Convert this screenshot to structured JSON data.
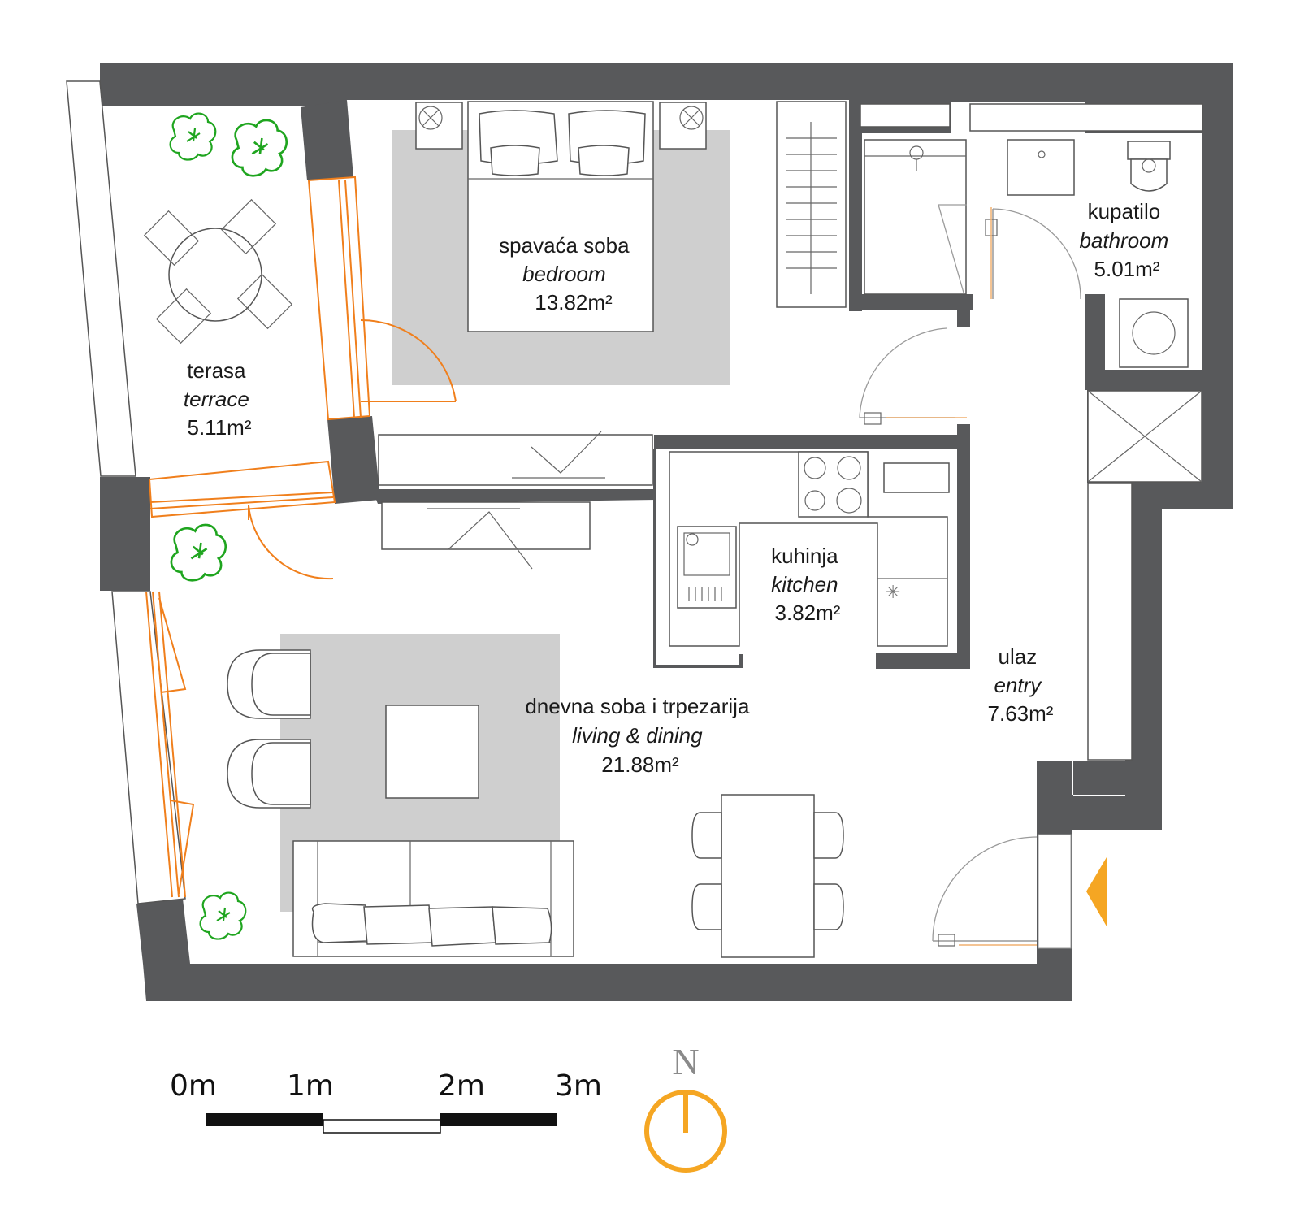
{
  "rooms": {
    "bedroom": {
      "local": "spavaća soba",
      "english": "bedroom",
      "area": "13.82m²"
    },
    "bathroom": {
      "local": "kupatilo",
      "english": "bathroom",
      "area": "5.01m²"
    },
    "terrace": {
      "local": "terasa",
      "english": "terrace",
      "area": "5.11m²"
    },
    "kitchen": {
      "local": "kuhinja",
      "english": "kitchen",
      "area": "3.82m²"
    },
    "entry": {
      "local": "ulaz",
      "english": "entry",
      "area": "7.63m²"
    },
    "living": {
      "local": "dnevna soba i trpezarija",
      "english": "living & dining",
      "area": "21.88m²"
    }
  },
  "scale_bar": {
    "labels": [
      "0m",
      "1m",
      "2m",
      "3m"
    ]
  },
  "compass": {
    "label": "N"
  },
  "colors": {
    "wall": "#58595b",
    "accent_orange": "#f07f1c",
    "entry_marker": "#f5a623",
    "plant_green": "#1fa51f",
    "rug_grey": "#cfcfcf"
  }
}
